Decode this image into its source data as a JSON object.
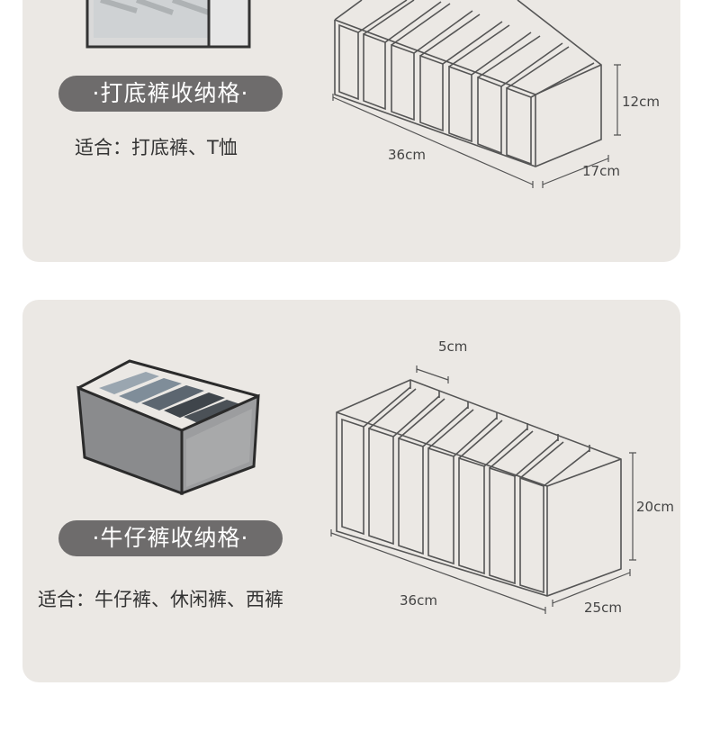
{
  "sections": [
    {
      "title": "·打底裤收纳格·",
      "fit": "适合：打底裤、T恤",
      "dimensions": {
        "length": "36cm",
        "width": "17cm",
        "height": "12cm"
      }
    },
    {
      "title": "·牛仔裤收纳格·",
      "fit": "适合：牛仔裤、休闲裤、西裤",
      "dimensions": {
        "length": "36cm",
        "width": "25cm",
        "height": "20cm",
        "compartment": "5cm"
      }
    }
  ],
  "colors": {
    "card_background": "#ebe8e4",
    "pill_background": "#6e6c6c",
    "pill_text": "#ffffff",
    "line": "#555555"
  }
}
